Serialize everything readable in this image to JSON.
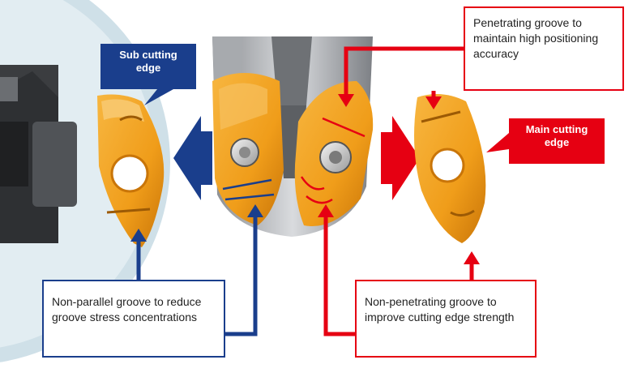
{
  "labels": {
    "sub_edge": "Sub cutting\nedge",
    "main_edge": "Main cutting\nedge",
    "penetrating": "Penetrating groove to maintain high positioning accuracy",
    "non_parallel": "Non-parallel groove to reduce groove stress concentrations",
    "non_penetrating": "Non-penetrating groove to improve cutting edge strength"
  },
  "colors": {
    "blue": "#1a3e8c",
    "red": "#e60012",
    "insert_orange": "#f0a21e",
    "insert_dark": "#b86a08",
    "background_circle": "#dbe8ee"
  }
}
